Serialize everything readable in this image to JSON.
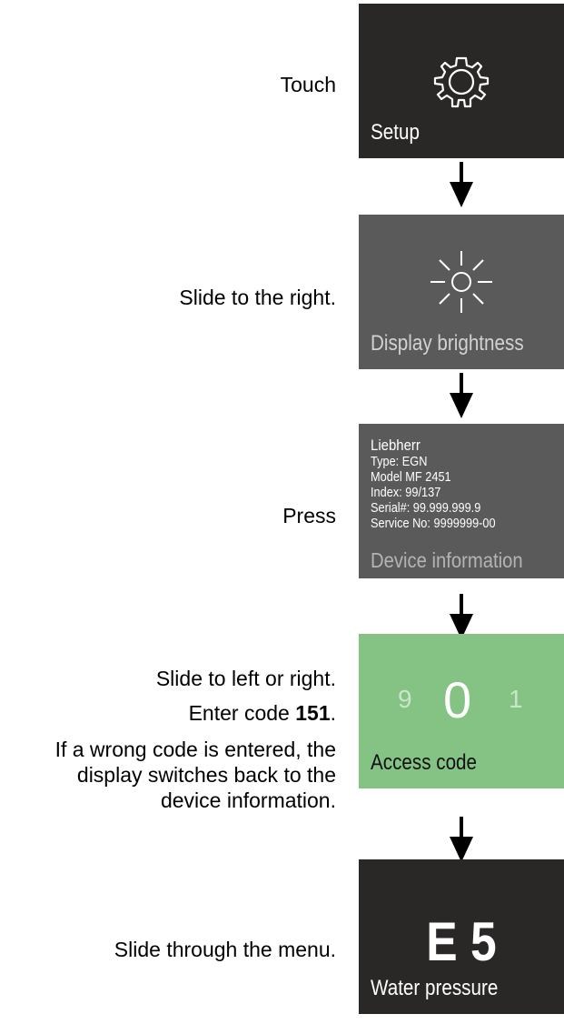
{
  "steps": [
    {
      "instruction": "Touch",
      "panel_label": "Setup",
      "icon": "gear-icon"
    },
    {
      "instruction": "Slide to the right.",
      "panel_label": "Display brightness",
      "icon": "sun-icon"
    },
    {
      "instruction": "Press",
      "panel_label": "Device information",
      "info": {
        "brand": "Liebherr",
        "type": "Type: EGN",
        "model": "Model MF 2451",
        "index": "Index: 99/137",
        "serial": "Serial#: 99.999.999.9",
        "service": "Service No: 9999999-00"
      }
    },
    {
      "instruction_1": "Slide to left or right.",
      "instruction_2_prefix": "Enter code ",
      "instruction_2_code": "151",
      "instruction_2_suffix": ".",
      "instruction_3_line1": "If a wrong code is entered, the",
      "instruction_3_line2": "display switches back to the",
      "instruction_3_line3": "device information.",
      "panel_label": "Access code",
      "digits": {
        "prev": "9",
        "current": "0",
        "next": "1"
      }
    },
    {
      "instruction": "Slide through the menu.",
      "panel_label": "Water pressure",
      "value": "E 5"
    }
  ],
  "colors": {
    "dark_panel": "#2a2727",
    "grey_panel": "#5b5a5a",
    "green_panel": "#84c384",
    "arrow": "#000000"
  }
}
